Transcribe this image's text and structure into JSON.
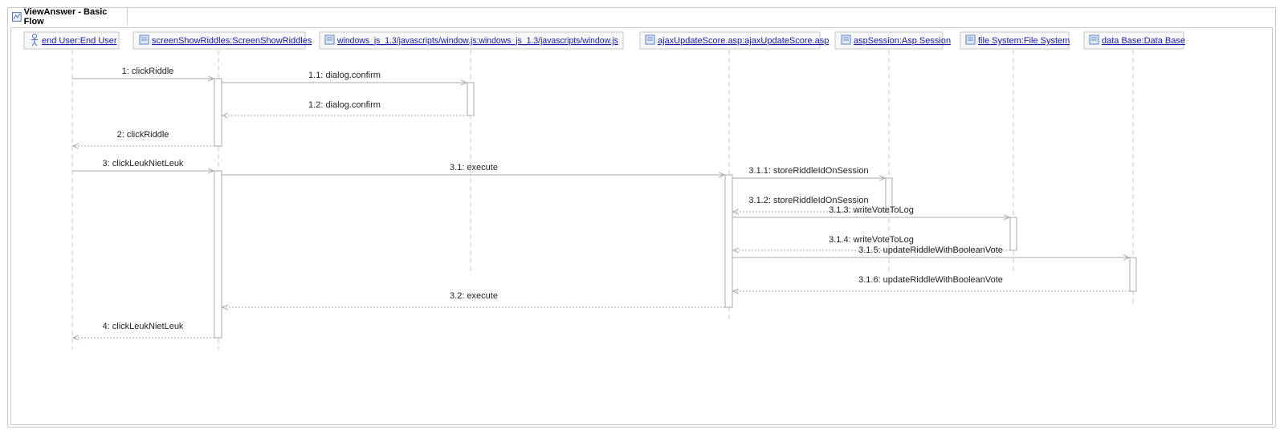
{
  "diagram": {
    "title": "ViewAnswer - Basic Flow",
    "lifelines": [
      {
        "id": "enduser",
        "label": "end User:End User",
        "icon": "actor-icon"
      },
      {
        "id": "screen",
        "label": "screenShowRiddles:ScreenShowRiddles",
        "icon": "object-icon"
      },
      {
        "id": "windowjs",
        "label": "windows_js_1.3/javascripts/window.js:windows_js_1.3/javascripts/window.js",
        "icon": "object-icon"
      },
      {
        "id": "ajax",
        "label": "ajaxUpdateScore.asp:ajaxUpdateScore.asp",
        "icon": "object-icon"
      },
      {
        "id": "session",
        "label": "aspSession:Asp Session",
        "icon": "object-icon"
      },
      {
        "id": "filesys",
        "label": "file System:File System",
        "icon": "object-icon"
      },
      {
        "id": "database",
        "label": "data Base:Data Base",
        "icon": "object-icon"
      }
    ],
    "messages": [
      {
        "label": "1: clickRiddle",
        "from": "enduser",
        "to": "screen",
        "kind": "call"
      },
      {
        "label": "1.1: dialog.confirm",
        "from": "screen",
        "to": "windowjs",
        "kind": "call"
      },
      {
        "label": "1.2: dialog.confirm",
        "from": "windowjs",
        "to": "screen",
        "kind": "reply"
      },
      {
        "label": "2: clickRiddle",
        "from": "screen",
        "to": "enduser",
        "kind": "reply"
      },
      {
        "label": "3: clickLeukNietLeuk",
        "from": "enduser",
        "to": "screen",
        "kind": "call"
      },
      {
        "label": "3.1: execute",
        "from": "screen",
        "to": "ajax",
        "kind": "call"
      },
      {
        "label": "3.1.1: storeRiddleIdOnSession",
        "from": "ajax",
        "to": "session",
        "kind": "call"
      },
      {
        "label": "3.1.2: storeRiddleIdOnSession",
        "from": "session",
        "to": "ajax",
        "kind": "reply"
      },
      {
        "label": "3.1.3: writeVoteToLog",
        "from": "ajax",
        "to": "filesys",
        "kind": "call"
      },
      {
        "label": "3.1.4: writeVoteToLog",
        "from": "filesys",
        "to": "ajax",
        "kind": "reply"
      },
      {
        "label": "3.1.5: updateRiddleWithBooleanVote",
        "from": "ajax",
        "to": "database",
        "kind": "call"
      },
      {
        "label": "3.1.6: updateRiddleWithBooleanVote",
        "from": "database",
        "to": "ajax",
        "kind": "reply"
      },
      {
        "label": "3.2: execute",
        "from": "ajax",
        "to": "screen",
        "kind": "reply"
      },
      {
        "label": "4: clickLeukNietLeuk",
        "from": "screen",
        "to": "enduser",
        "kind": "reply"
      }
    ]
  }
}
